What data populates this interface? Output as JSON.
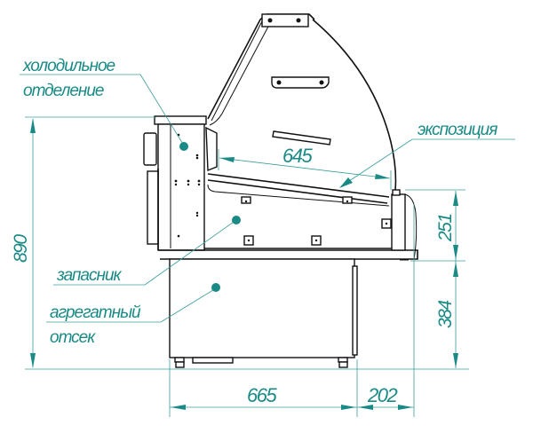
{
  "drawing": {
    "title": "Refrigerated display case side section",
    "accent_color": "#1a8a86",
    "labels": {
      "cold_compartment_line1": "холодильное",
      "cold_compartment_line2": "отделение",
      "exposition": "экспозиция",
      "storage": "запасник",
      "unit_compartment_line1": "агрегатный",
      "unit_compartment_line2": "отсек"
    },
    "dimensions": {
      "total_height": "890",
      "display_depth": "645",
      "upper_height": "251",
      "lower_height": "384",
      "base_width": "665",
      "front_overhang": "202"
    }
  }
}
